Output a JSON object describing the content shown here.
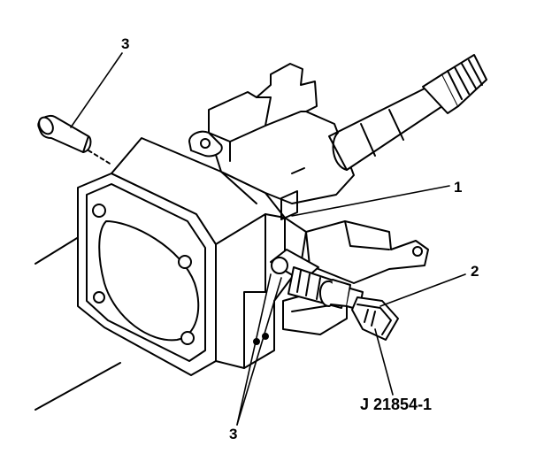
{
  "callouts": {
    "top_3": "3",
    "item_1": "1",
    "item_2": "2",
    "bottom_3": "3",
    "tool": "J 21854-1"
  },
  "colors": {
    "line": "#000000",
    "background": "#ffffff"
  }
}
